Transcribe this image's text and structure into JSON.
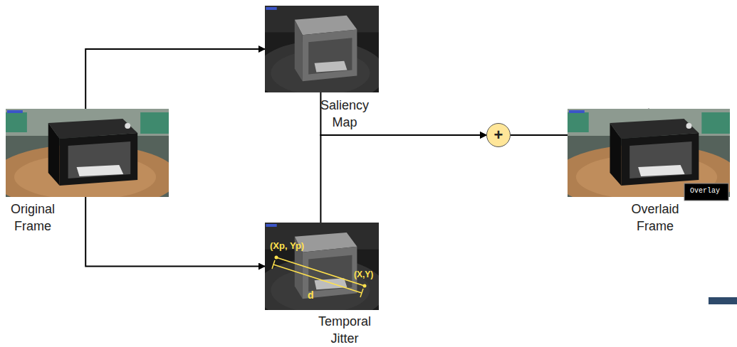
{
  "diagram": {
    "nodes": [
      {
        "text": [
          "Original Frame"
        ]
      },
      {
        "text": [
          "Saliency Map"
        ]
      },
      {
        "text": [
          "Temporal Jitter"
        ]
      },
      {
        "text": [
          "+"
        ]
      },
      {
        "text": [
          "Overlaid Frame"
        ]
      }
    ],
    "edges": [
      {
        "from": 0,
        "to": 1,
        "arrow": "to"
      },
      {
        "from": 0,
        "to": 2,
        "arrow": "to"
      },
      {
        "from": 1,
        "to": 3,
        "arrow": "to"
      },
      {
        "from": 2,
        "to": 3,
        "arrow": "to"
      },
      {
        "from": 3,
        "to": 4,
        "arrow": "to"
      }
    ],
    "labels": [
      "(Xp, Yp)",
      "d",
      "(X,Y)",
      "Overlay"
    ]
  }
}
